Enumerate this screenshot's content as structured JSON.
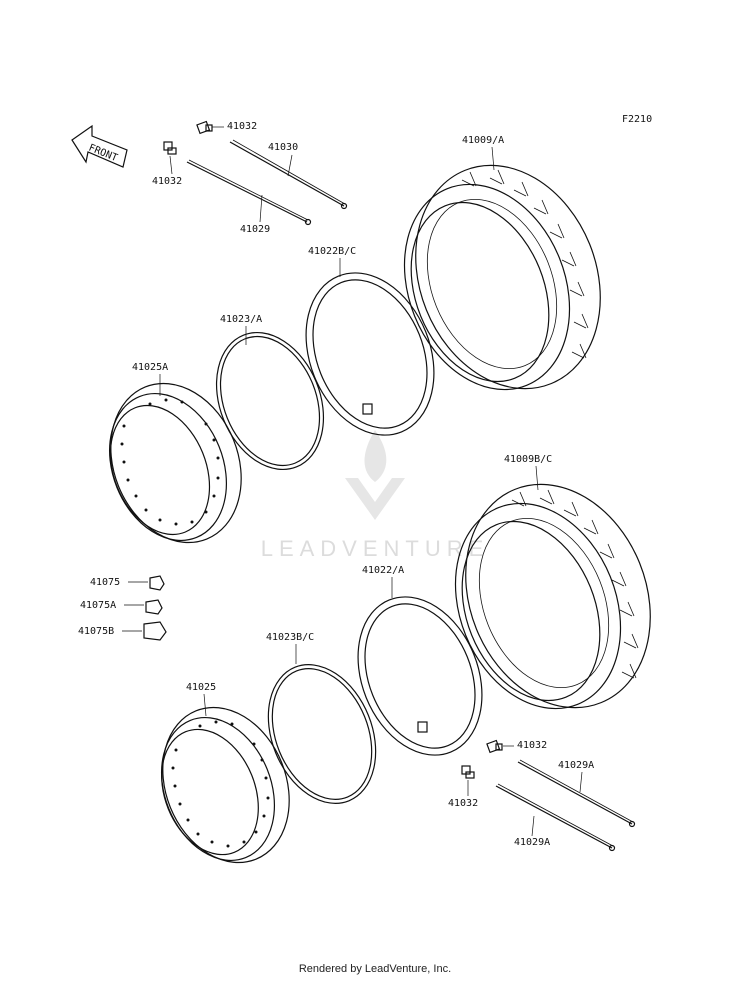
{
  "figure_code": "F2210",
  "front_arrow_label": "FRONT",
  "watermark_text": "LEADVENTURE",
  "credit": "Rendered by LeadVenture, Inc.",
  "labels": {
    "valve_top_right": "41032",
    "valve_top_left": "41032",
    "spoke_41030": "41030",
    "spoke_41029": "41029",
    "tire_top": "41009/A",
    "tube_top": "41022B/C",
    "band_top": "41023/A",
    "rim_top": "41025A",
    "tire_bottom": "41009B/C",
    "weight_1": "41075",
    "weight_2": "41075A",
    "weight_3": "41075B",
    "tube_bottom": "41022/A",
    "band_bottom": "41023B/C",
    "rim_bottom": "41025",
    "valve_bottom_right": "41032",
    "valve_bottom_left": "41032",
    "spoke_bottom_1": "41029A",
    "spoke_bottom_2": "41029A"
  },
  "colors": {
    "line": "#111111",
    "watermark": "#dcdcdc"
  }
}
